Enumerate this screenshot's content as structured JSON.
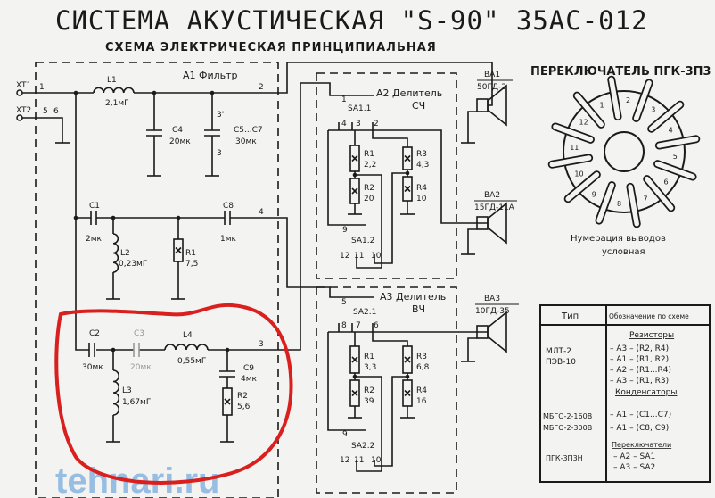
{
  "title": "СИСТЕМА АКУСТИЧЕСКАЯ \"S-90\" 35АС-012",
  "subtitle": "СХЕМА ЭЛЕКТРИЧЕСКАЯ ПРИНЦИПИАЛЬНАЯ",
  "connectors": {
    "xt1": "XT1",
    "xt2": "XT2",
    "pin1": "1",
    "pin5": "5",
    "pin6": "6"
  },
  "filter": {
    "block_label": "A1 Фильтр",
    "outputs": {
      "o2": "2",
      "o3": "3",
      "o4": "4"
    },
    "L1": {
      "name": "L1",
      "value": "2,1мГ"
    },
    "C4": {
      "name": "C4",
      "value": "20мк"
    },
    "C5C7": {
      "name": "C5...C7",
      "value": "30мк",
      "pin_a": "3'",
      "pin_b": "3"
    },
    "C1": {
      "name": "C1",
      "value": "2мк"
    },
    "L2": {
      "name": "L2",
      "value": "0,23мГ"
    },
    "R1": {
      "name": "R1",
      "value": "7,5"
    },
    "C8": {
      "name": "C8",
      "value": "1мк"
    },
    "C2": {
      "name": "C2",
      "value": "30мк"
    },
    "C3": {
      "name": "C3",
      "value": "20мк"
    },
    "L4": {
      "name": "L4",
      "value": "0,55мГ"
    },
    "L3": {
      "name": "L3",
      "value": "1,67мГ"
    },
    "C9": {
      "name": "C9",
      "value": "4мк"
    },
    "R2": {
      "name": "R2",
      "value": "5,6"
    }
  },
  "divider_mid": {
    "block_label_1": "A2 Делитель",
    "block_label_2": "СЧ",
    "switch_1": "SA1.1",
    "switch_2": "SA1.2",
    "pins": [
      "1",
      "4",
      "3",
      "2",
      "9",
      "12",
      "11",
      "10"
    ],
    "R1": {
      "name": "R1",
      "value": "2,2"
    },
    "R2": {
      "name": "R2",
      "value": "20"
    },
    "R3": {
      "name": "R3",
      "value": "4,3"
    },
    "R4": {
      "name": "R4",
      "value": "10"
    }
  },
  "divider_high": {
    "block_label_1": "A3 Делитель",
    "block_label_2": "ВЧ",
    "switch_1": "SA2.1",
    "switch_2": "SA2.2",
    "pins": [
      "5",
      "8",
      "7",
      "6",
      "9",
      "12",
      "11",
      "10"
    ],
    "R1": {
      "name": "R1",
      "value": "3,3"
    },
    "R2": {
      "name": "R2",
      "value": "39"
    },
    "R3": {
      "name": "R3",
      "value": "6,8"
    },
    "R4": {
      "name": "R4",
      "value": "16"
    }
  },
  "speakers": [
    {
      "name": "BA1",
      "model": "50ГД-2"
    },
    {
      "name": "BA2",
      "model": "15ГД-11А"
    },
    {
      "name": "BA3",
      "model": "10ГД-35"
    }
  ],
  "switch_diagram": {
    "title": "ПЕРЕКЛЮЧАТЕЛЬ ПГК-3П3",
    "pins": [
      "1",
      "2",
      "3",
      "4",
      "5",
      "6",
      "7",
      "8",
      "9",
      "10",
      "11",
      "12"
    ],
    "caption_1": "Нумерация выводов",
    "caption_2": "условная"
  },
  "parts_table": {
    "col_type": "Тип",
    "col_ref": "Обозначение по схеме",
    "sections": [
      {
        "heading": "Резисторы",
        "types": [
          "МЛТ-2",
          "ПЭВ-10"
        ],
        "refs": [
          "– A3 – (R2, R4)",
          "– A1 – (R1, R2)",
          "– A2 – (R1...R4)",
          "– A3 – (R1, R3)"
        ]
      },
      {
        "heading": "Конденсаторы",
        "types": [
          "МБГО-2-160В",
          "МБГО-2-300В"
        ],
        "refs": [
          "– A1 – (C1...C7)",
          "– A1 – (C8, C9)"
        ]
      },
      {
        "heading": "Переключатели",
        "types": [
          "ПГК-3П3Н"
        ],
        "refs": [
          "– A2 – SA1",
          "– A3 – SA2"
        ]
      }
    ]
  },
  "watermark": "tehnari.ru",
  "colors": {
    "ink": "#1a1a1a",
    "highlight": "#d9201e",
    "watermark": "#4d93d6"
  }
}
